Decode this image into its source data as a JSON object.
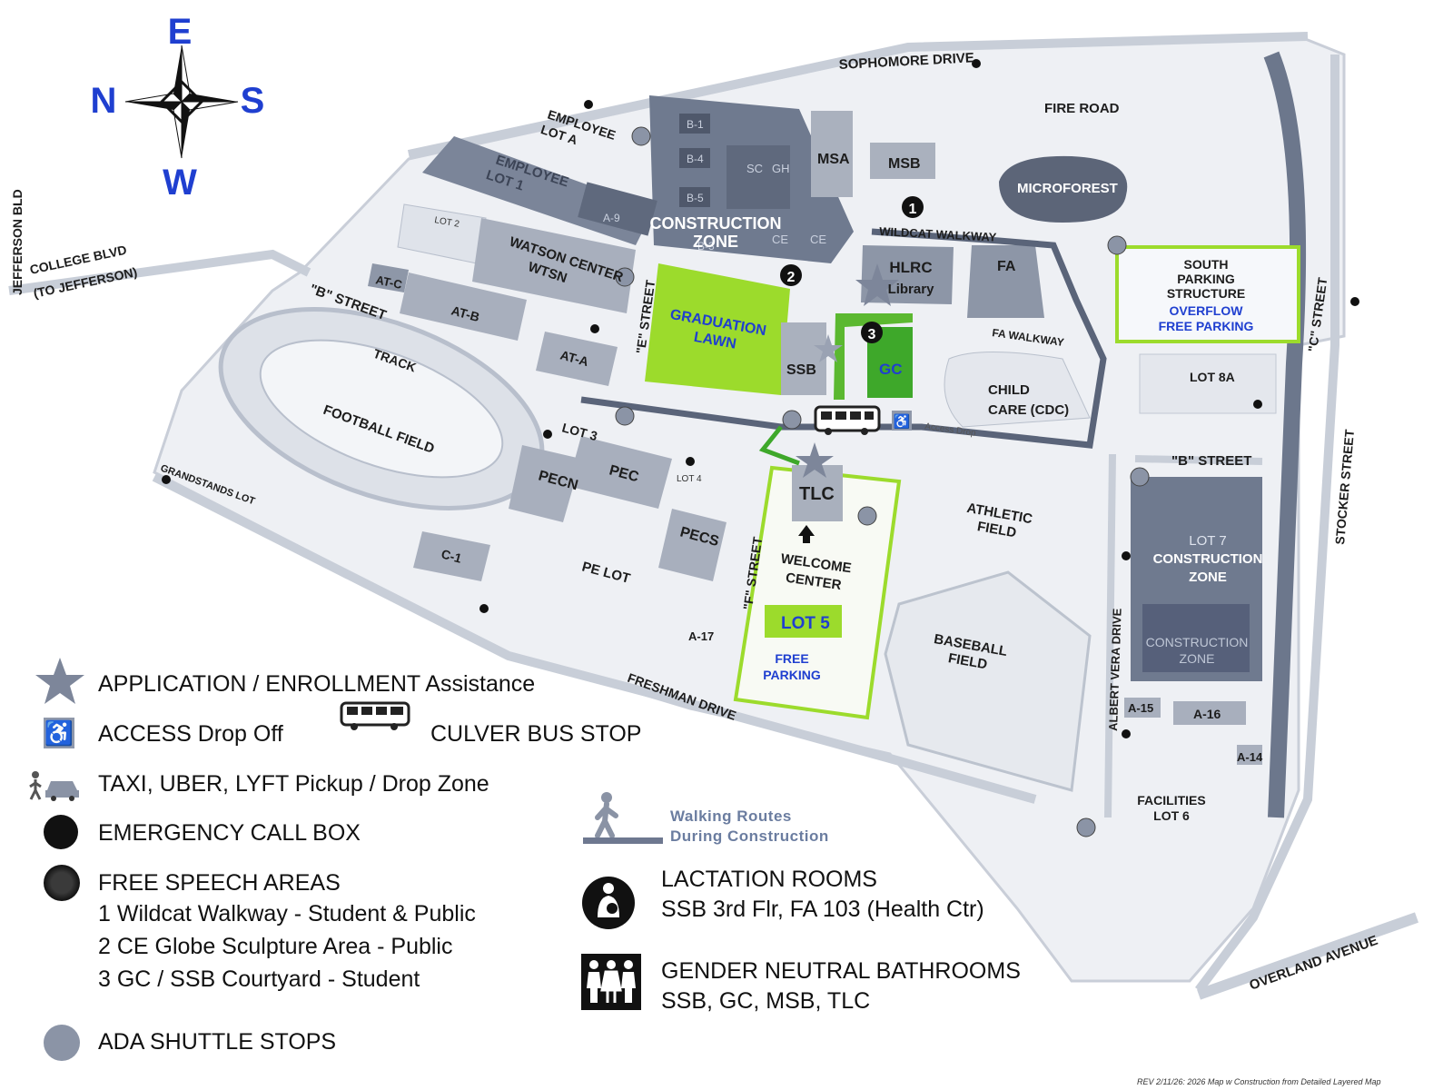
{
  "compass": {
    "n": "N",
    "e": "E",
    "s": "S",
    "w": "W"
  },
  "streets": {
    "sophomore": "SOPHOMORE DRIVE",
    "fire_road": "FIRE ROAD",
    "jefferson": "JEFFERSON BLD",
    "college": "COLLEGE BLVD",
    "to_jefferson": "(TO JEFFERSON)",
    "b_street_west": "\"B\" STREET",
    "b_street_east": "\"B\" STREET",
    "e_street": "\"E\" STREET",
    "f_street": "\"F\" STREET",
    "c_street": "\"C\" STREET",
    "stocker": "STOCKER STREET",
    "albert_vera": "ALBERT VERA DRIVE",
    "freshman": "FRESHMAN DRIVE",
    "overland": "OVERLAND AVENUE",
    "wildcat_walkway": "WILDCAT WALKWAY",
    "fa_walkway": "FA WALKWAY",
    "access_drop": "Access Drop"
  },
  "places": {
    "employee_lot_a": [
      "EMPLOYEE",
      "LOT A"
    ],
    "employee_lot_1": [
      "EMPLOYEE",
      "LOT 1"
    ],
    "b1": "B-1",
    "b4": "B-4",
    "b5": "B-5",
    "b3": "B-3",
    "a9": "A-9",
    "sc": "SC",
    "gh": "GH",
    "ce1": "CE",
    "ce2": "CE",
    "construction_zone_1": [
      "CONSTRUCTION",
      "ZONE"
    ],
    "msa": "MSA",
    "msb": "MSB",
    "microforest": "MICROFOREST",
    "lot2": "LOT 2",
    "watson": [
      "WATSON CENTER",
      "WTSN"
    ],
    "atc": "AT-C",
    "atb": "AT-B",
    "ata": "AT-A",
    "hlrc": [
      "HLRC",
      "Library"
    ],
    "fa": "FA",
    "south_parking": [
      "SOUTH",
      "PARKING",
      "STRUCTURE"
    ],
    "overflow": [
      "OVERFLOW",
      "FREE PARKING"
    ],
    "graduation_lawn": [
      "GRADUATION",
      "LAWN"
    ],
    "ssb": "SSB",
    "gc": "GC",
    "child_care": [
      "CHILD",
      "CARE (CDC)"
    ],
    "lot8a": "LOT 8A",
    "track": "TRACK",
    "football": [
      "FOOTBALL FIELD"
    ],
    "grandstands": "GRANDSTANDS LOT",
    "lot3": "LOT 3",
    "lot4": "LOT 4",
    "pec": "PEC",
    "pecn": "PECN",
    "pecs": "PECS",
    "c1": "C-1",
    "pe_lot": "PE LOT",
    "a17": "A-17",
    "tlc": "TLC",
    "welcome": [
      "WELCOME",
      "CENTER"
    ],
    "lot5": "LOT 5",
    "free_parking": [
      "FREE",
      "PARKING"
    ],
    "athletic": [
      "ATHLETIC",
      "FIELD"
    ],
    "baseball": [
      "BASEBALL",
      "FIELD"
    ],
    "lot7": [
      "LOT 7",
      "CONSTRUCTION",
      "ZONE"
    ],
    "construction_zone_2": [
      "CONSTRUCTION",
      "ZONE"
    ],
    "a15": "A-15",
    "a16": "A-16",
    "a14": "A-14",
    "facilities": [
      "FACILITIES",
      "LOT 6"
    ],
    "speech_nums": [
      "1",
      "2",
      "3"
    ]
  },
  "legend": {
    "application": "APPLICATION / ENROLLMENT Assistance",
    "access": "ACCESS Drop Off",
    "bus": "CULVER BUS STOP",
    "taxi": "TAXI, UBER, LYFT Pickup / Drop Zone",
    "callbox": "EMERGENCY CALL BOX",
    "speech_title": "FREE SPEECH AREAS",
    "speech_1": "1 Wildcat Walkway - Student & Public",
    "speech_2": "2 CE Globe Sculpture Area - Public",
    "speech_3": "3 GC / SSB Courtyard - Student",
    "ada": "ADA SHUTTLE STOPS",
    "walking_1": "Walking Routes",
    "walking_2": "During Construction",
    "lactation_title": "LACTATION ROOMS",
    "lactation_sub": "SSB 3rd Flr, FA 103 (Health Ctr)",
    "gender_title": "GENDER NEUTRAL BATHROOMS",
    "gender_sub": "SSB, GC, MSB, TLC"
  },
  "revision": "REV 2/11/26: 2026 Map w Construction from Detailed Layered Map",
  "colors": {
    "green_zone": "#9cdb2c",
    "dark_green": "#3ea82a",
    "building": "#a9b0bd",
    "construction": "#6f7a8f",
    "road": "#d7dbe3",
    "compass_letters": "#1f3fd0"
  }
}
